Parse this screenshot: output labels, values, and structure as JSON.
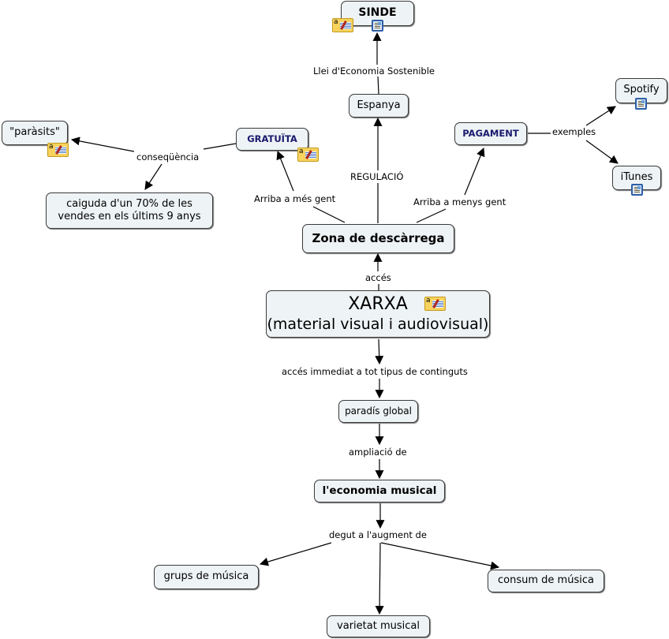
{
  "concept_map": {
    "nodes": {
      "sinde": "SINDE",
      "espanya": "Espanya",
      "parasits": "\"paràsits\"",
      "gratuita": "GRATUÏTA",
      "pagament": "PAGAMENT",
      "spotify": "Spotify",
      "itunes": "iTunes",
      "caiguda_line1": "caiguda d'un 70% de les",
      "caiguda_line2": "vendes en els últims 9 anys",
      "zona": "Zona de descàrrega",
      "xarxa_line1": "XARXA",
      "xarxa_line2": "(material visual i audiovisual)",
      "paradis": "paradís global",
      "economia": "l'economia musical",
      "grups": "grups de música",
      "varietat": "varietat musical",
      "consum": "consum de música"
    },
    "links": {
      "llei": "Llei d'Economia Sostenible",
      "consequencia": "conseqüència",
      "regulacio": "REGULACIÓ",
      "exemples": "exemples",
      "mes_gent": "Arriba a més gent",
      "menys_gent": "Arriba a menys gent",
      "acces": "accés",
      "acces_immediat": "accés immediat a tot tipus de continguts",
      "ampliacio": "ampliació de",
      "degut": "degut a l'augment de"
    },
    "icons": {
      "note": "annotation-note-icon",
      "resource": "attached-resource-icon"
    }
  }
}
